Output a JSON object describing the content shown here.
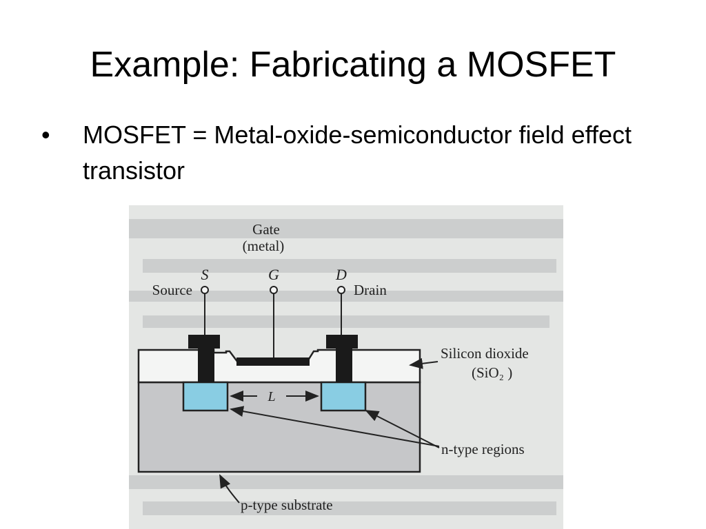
{
  "slide": {
    "title": "Example: Fabricating a MOSFET",
    "bullets": [
      {
        "symbol": "•",
        "text": "MOSFET = Metal-oxide-semiconductor field effect transistor"
      }
    ]
  },
  "diagram": {
    "labels": {
      "gate_line1": "Gate",
      "gate_line2": "(metal)",
      "source_terminal": "S",
      "gate_terminal": "G",
      "drain_terminal": "D",
      "source": "Source",
      "drain": "Drain",
      "oxide_line1": "Silicon dioxide",
      "oxide_line2": "(SiO₂ )",
      "length": "L",
      "n_regions": "n-type regions",
      "substrate": "p-type substrate"
    },
    "colors": {
      "background": "#e4e6e4",
      "substrate": "#c6c7c9",
      "n_region": "#89cde3",
      "oxide": "#f4f5f4",
      "metal": "#1a1a1a",
      "ink": "#222222",
      "faint_text": "#b9bbbd"
    }
  }
}
